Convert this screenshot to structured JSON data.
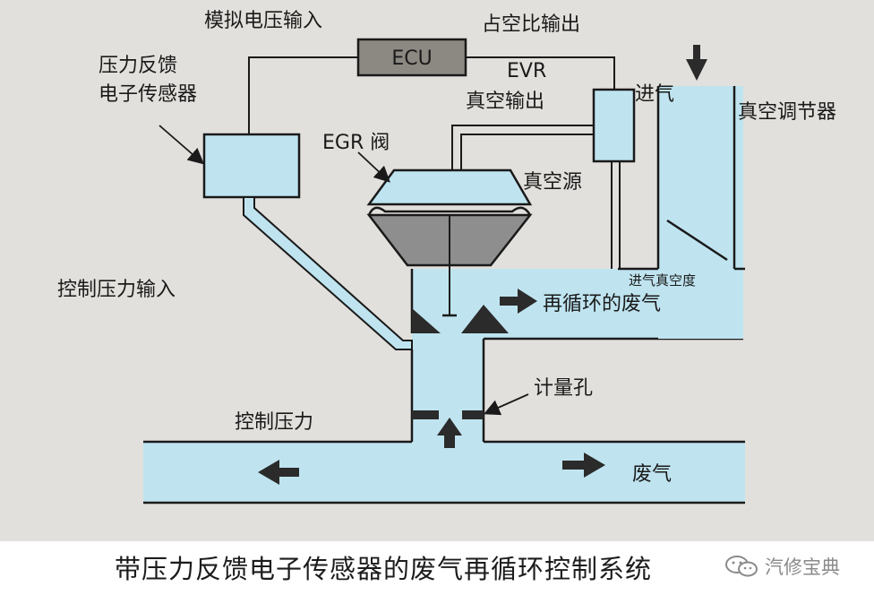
{
  "colors": {
    "background": "#e2e0dc",
    "fluid": "#bfe4f0",
    "outline": "#1a1a1a",
    "ecu_fill": "#8c8882",
    "diaphragm_lower": "#8e8e8e",
    "arrow": "#2b2b2b"
  },
  "labels": {
    "analog_voltage_input": "模拟电压输入",
    "ecu": "ECU",
    "duty_cycle_output": "占空比输出",
    "pressure_feedback_sensor_line1": "压力反馈",
    "pressure_feedback_sensor_line2": "电子传感器",
    "evr": "EVR",
    "vacuum_output": "真空输出",
    "intake": "进气",
    "vacuum_regulator": "真空调节器",
    "egr_valve": "EGR 阀",
    "vacuum_source": "真空源",
    "intake_vacuum": "进气真空度",
    "control_pressure_input": "控制压力输入",
    "recirculated_exhaust": "再循环的废气",
    "metering_orifice": "计量孔",
    "control_pressure": "控制压力",
    "exhaust": "废气"
  },
  "caption": "带压力反馈电子传感器的废气再循环控制系统",
  "watermark": {
    "icon": "wechat-icon",
    "text": "汽修宝典"
  }
}
